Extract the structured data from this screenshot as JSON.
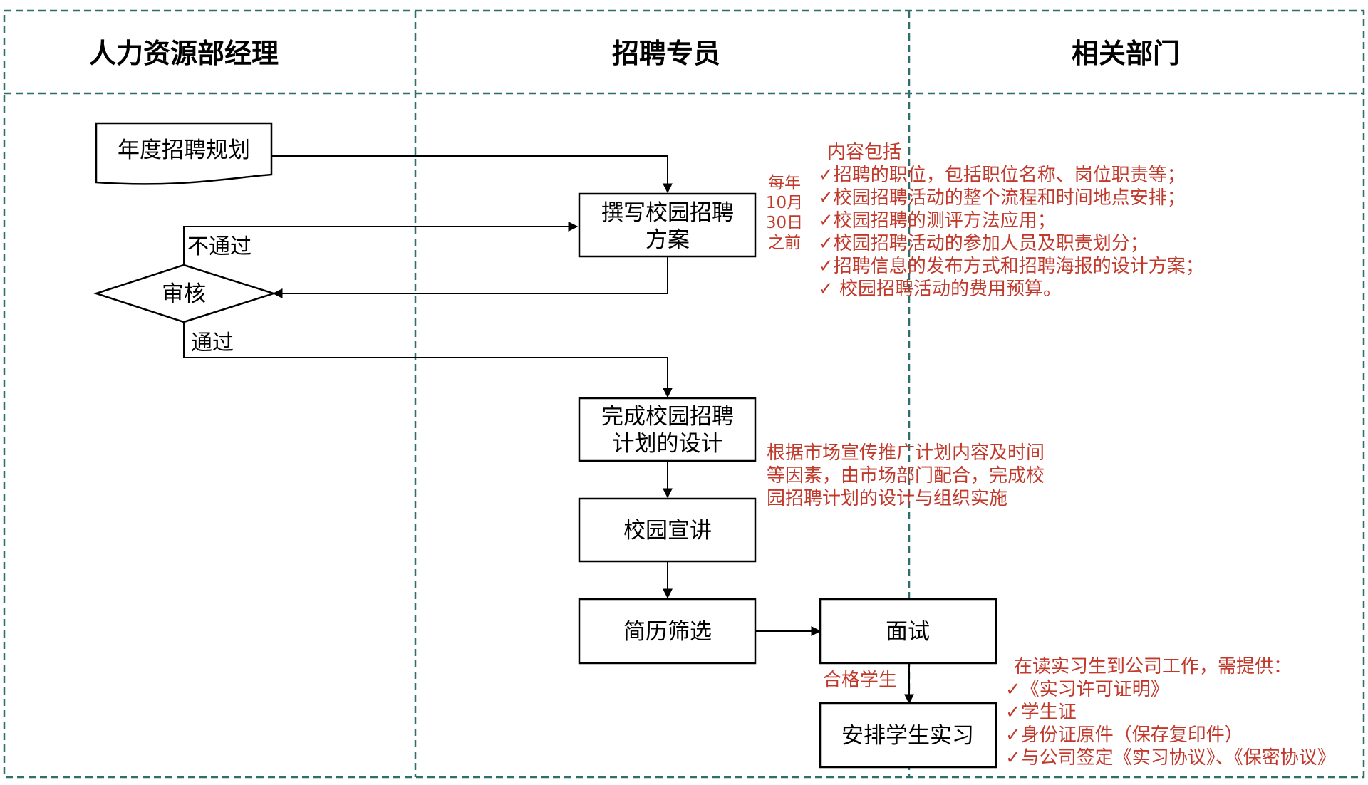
{
  "lanes": {
    "hr_manager": "人力资源部经理",
    "recruiter": "招聘专员",
    "departments": "相关部门"
  },
  "nodes": {
    "annual_plan": "年度招聘规划",
    "write_plan": [
      "撰写校园招聘",
      "方案"
    ],
    "review": "审核",
    "complete_design": [
      "完成校园招聘",
      "计划的设计"
    ],
    "campus_talk": "校园宣讲",
    "resume_screen": "简历筛选",
    "interview": "面试",
    "arrange_intern": "安排学生实习"
  },
  "edge_labels": {
    "reject": "不通过",
    "pass": "通过",
    "qualified": "合格学生"
  },
  "notes": {
    "deadline": [
      "每年",
      "10月",
      "30日",
      "之前"
    ],
    "plan_contents": [
      "内容包括",
      "✓招聘的职位，包括职位名称、岗位职责等；",
      "✓校园招聘活动的整个流程和时间地点安排；",
      "✓校园招聘的测评方法应用；",
      "✓校园招聘活动的参加人员及职责划分；",
      "✓招聘信息的发布方式和招聘海报的设计方案；",
      "✓ 校园招聘活动的费用预算。"
    ],
    "design_desc": [
      "根据市场宣传推广计划内容及时间",
      "等因素，由市场部门配合，完成校",
      "园招聘计划的设计与组织实施"
    ],
    "intern_docs": [
      "在读实习生到公司工作，需提供：",
      "✓《实习许可证明》",
      "✓学生证",
      "✓身份证原件（保存复印件）",
      "✓与公司签定《实习协议》、《保密协议》"
    ]
  },
  "colors": {
    "frame": "#2e6e6b",
    "note_text": "#c0392b",
    "line": "#000000"
  }
}
